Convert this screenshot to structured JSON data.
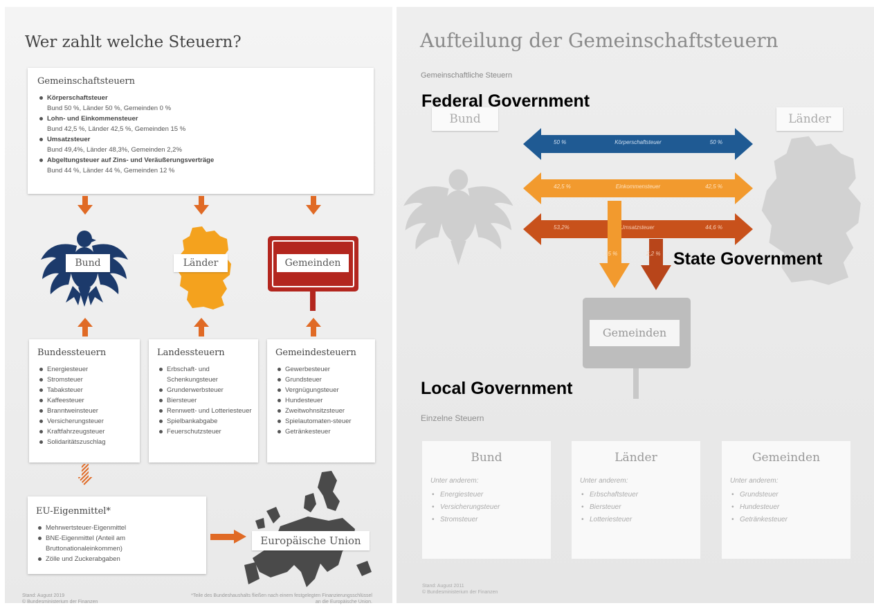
{
  "left": {
    "title": "Wer zahlt welche Steuern?",
    "gemeinschaft": {
      "title": "Gemeinschaftsteuern",
      "items": [
        {
          "name": "Körperschaftsteuer",
          "split": "Bund 50 %, Länder 50 %, Gemeinden 0 %"
        },
        {
          "name": "Lohn- und Einkommensteuer",
          "split": "Bund 42,5 %, Länder 42,5 %, Gemeinden 15 %"
        },
        {
          "name": "Umsatzsteuer",
          "split": "Bund 49,4%, Länder 48,3%, Gemeinden 2,2%"
        },
        {
          "name": "Abgeltungsteuer auf Zins- und Veräußerungsverträge",
          "split": "Bund 44 %, Länder 44 %, Gemeinden 12 %"
        }
      ]
    },
    "labels": {
      "bund": "Bund",
      "laender": "Länder",
      "gemeinden": "Gemeinden"
    },
    "bundessteuern": {
      "title": "Bundessteuern",
      "items": [
        "Energiesteuer",
        "Stromsteuer",
        "Tabaksteuer",
        "Kaffeesteuer",
        "Branntweinsteuer",
        "Versicherungsteuer",
        "Kraftfahrzeugsteuer",
        "Solidaritätszuschlag"
      ]
    },
    "landessteuern": {
      "title": "Landessteuern",
      "items": [
        "Erbschaft- und Schenkungsteuer",
        "Grunderwerbsteuer",
        "Biersteuer",
        "Rennwett- und Lotteriesteuer",
        "Spielbankabgabe",
        "Feuerschutzsteuer"
      ]
    },
    "gemeindesteuern": {
      "title": "Gemeindesteuern",
      "items": [
        "Gewerbesteuer",
        "Grundsteuer",
        "Vergnügungsteuer",
        "Hundesteuer",
        "Zweitwohnsitzsteuer",
        "Spielautomaten-steuer",
        "Getränkesteuer"
      ]
    },
    "eu": {
      "title": "EU-Eigenmittel*",
      "items": [
        "Mehrwertsteuer-Eigenmittel",
        "BNE-Eigenmittel (Anteil am Bruttonationaleinkommen)",
        "Zölle und Zuckerabgaben"
      ]
    },
    "eu_label": "Europäische Union"
  },
  "right": {
    "title": "Aufteilung der Gemeinschaftsteuern",
    "subtitle": "Gemeinschaftliche Steuern",
    "bund_label": "Bund",
    "laender_label": "Länder",
    "gemeinden_label": "Gemeinden",
    "einzelne": "Einzelne Steuern",
    "arrows": [
      {
        "left": "50 %",
        "label": "Körperschaftsteuer",
        "right": "50 %"
      },
      {
        "left": "42,5 %",
        "label": "Einkommensteuer",
        "right": "42,5 %"
      },
      {
        "left": "53,2%",
        "label": "Umsatzsteuer",
        "right": "44,6 %"
      }
    ],
    "down_labels": [
      "15 %",
      "2,2 %"
    ],
    "cards": [
      {
        "title": "Bund",
        "sub": "Unter anderem:",
        "items": [
          "Energiesteuer",
          "Versicherungsteuer",
          "Stromsteuer"
        ]
      },
      {
        "title": "Länder",
        "sub": "Unter anderem:",
        "items": [
          "Erbschaftsteuer",
          "Biersteuer",
          "Lotteriesteuer"
        ]
      },
      {
        "title": "Gemeinden",
        "sub": "Unter anderem:",
        "items": [
          "Grundsteuer",
          "Hundesteuer",
          "Getränkesteuer"
        ]
      }
    ]
  },
  "overlays": {
    "federal": "Federal Government",
    "state": "State Government",
    "local": "Local Government"
  },
  "colors": {
    "navy": "#1c3a6b",
    "orange": "#f4a21e",
    "red": "#b3261e",
    "arrow": "#e06a25",
    "blue_arrow": "#1f5a93",
    "dark_orange": "#c8511b"
  }
}
